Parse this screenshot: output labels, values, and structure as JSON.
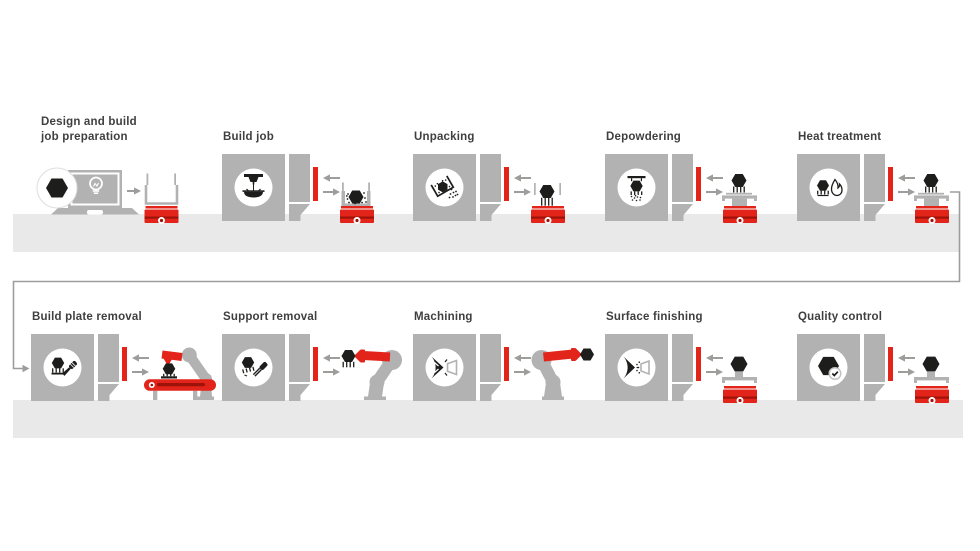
{
  "diagram": {
    "colors": {
      "machine_gray": "#b2b2b2",
      "floor_gray": "#e9e9e9",
      "red": "#e2241b",
      "dark_red": "#9e1309",
      "arrow_gray": "#9d9d9c",
      "icon_black": "#1d1d1b",
      "text_gray": "#3f3f3f",
      "white": "#ffffff",
      "part_outline": "#b2b2b2",
      "badge_outline": "#dedede"
    },
    "connector": {
      "from": "heat-treatment",
      "to": "build-plate-removal",
      "style": "wrap-around-arrow"
    },
    "rows": [
      {
        "stations": [
          {
            "id": "design-and-build-job-preparation",
            "label_lines": [
              "Design and build",
              "job preparation"
            ],
            "graphic": "laptop",
            "badge_icon": "part-hexagon-icon",
            "output": "cart-empty-box"
          },
          {
            "id": "build-job",
            "label_lines": [
              "Build job"
            ],
            "graphic": "machine",
            "badge_icon": "laser-icon",
            "output": "cart-box-powder"
          },
          {
            "id": "unpacking",
            "label_lines": [
              "Unpacking"
            ],
            "graphic": "machine",
            "badge_icon": "unpacking-icon",
            "output": "cart-part-supports"
          },
          {
            "id": "depowdering",
            "label_lines": [
              "Depowdering"
            ],
            "graphic": "machine",
            "badge_icon": "depowdering-icon",
            "output": "cart-pedestal-supports"
          },
          {
            "id": "heat-treatment",
            "label_lines": [
              "Heat treatment"
            ],
            "graphic": "machine",
            "badge_icon": "heat-icon",
            "output": "cart-pedestal-supports"
          }
        ]
      },
      {
        "stations": [
          {
            "id": "build-plate-removal",
            "label_lines": [
              "Build plate removal"
            ],
            "graphic": "machine",
            "badge_icon": "plate-removal-icon",
            "output": "robot-conveyor"
          },
          {
            "id": "support-removal",
            "label_lines": [
              "Support removal"
            ],
            "graphic": "machine",
            "badge_icon": "support-removal-icon",
            "output": "robot-left"
          },
          {
            "id": "machining",
            "label_lines": [
              "Machining"
            ],
            "graphic": "machine",
            "badge_icon": "milling-icon",
            "output": "robot-right"
          },
          {
            "id": "surface-finishing",
            "label_lines": [
              "Surface finishing"
            ],
            "graphic": "machine",
            "badge_icon": "blasting-icon",
            "output": "cart-stand"
          },
          {
            "id": "quality-control",
            "label_lines": [
              "Quality control"
            ],
            "graphic": "machine",
            "badge_icon": "check-icon",
            "output": "cart-stand"
          }
        ]
      }
    ]
  }
}
